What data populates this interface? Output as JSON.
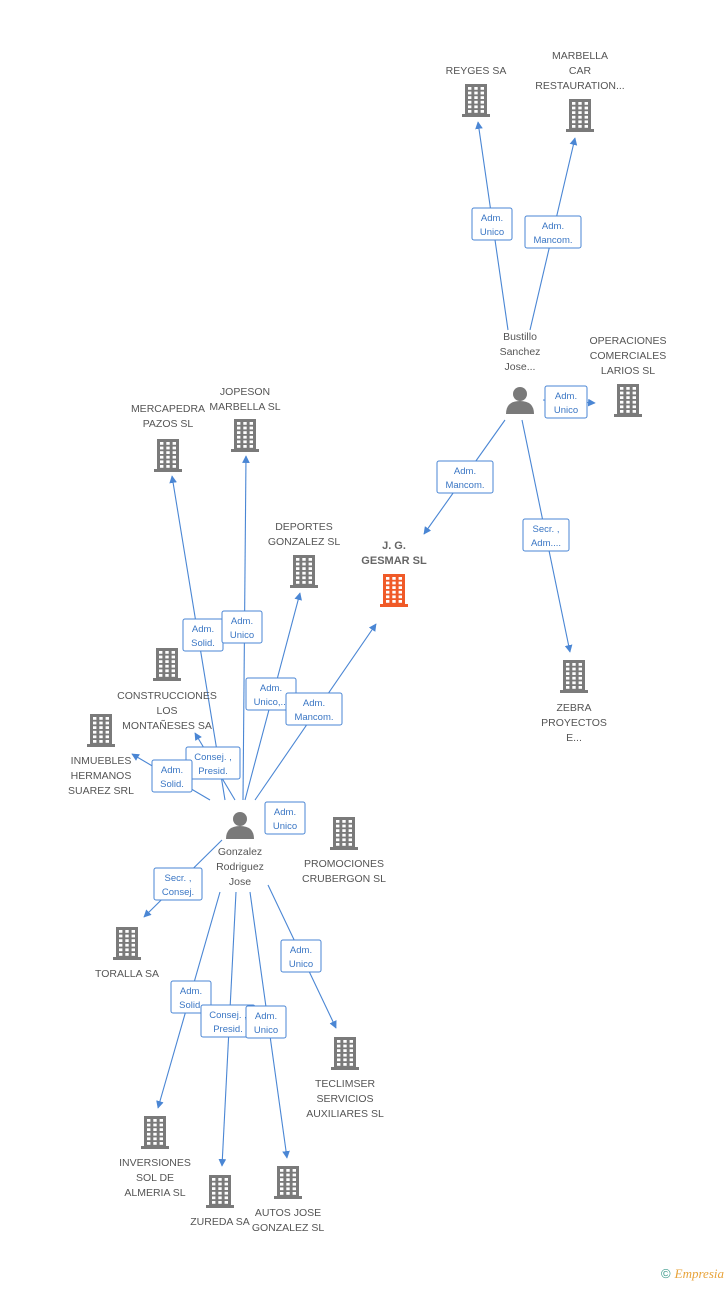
{
  "colors": {
    "edge": "#4a86d4",
    "company": "#7a7a7a",
    "focus": "#f05a28",
    "person": "#7a7a7a"
  },
  "nodes": [
    {
      "id": "reyges",
      "type": "company",
      "label": [
        "REYGES SA"
      ]
    },
    {
      "id": "marbella_car",
      "type": "company",
      "label": [
        "MARBELLA",
        "CAR",
        "RESTAURATION..."
      ]
    },
    {
      "id": "bustillo",
      "type": "person",
      "label": [
        "Bustillo",
        "Sanchez",
        "Jose..."
      ]
    },
    {
      "id": "operaciones",
      "type": "company",
      "label": [
        "OPERACIONES",
        "COMERCIALES",
        "LARIOS SL"
      ]
    },
    {
      "id": "jgesmar",
      "type": "focus",
      "label": [
        "J. G.",
        "GESMAR SL"
      ]
    },
    {
      "id": "zebra",
      "type": "company",
      "label": [
        "ZEBRA",
        "PROYECTOS",
        "E..."
      ]
    },
    {
      "id": "jopeson",
      "type": "company",
      "label": [
        "JOPESON",
        "MARBELLA  SL"
      ]
    },
    {
      "id": "mercapedra",
      "type": "company",
      "label": [
        "MERCAPEDRA",
        "PAZOS  SL"
      ]
    },
    {
      "id": "deportes",
      "type": "company",
      "label": [
        "DEPORTES",
        "GONZALEZ SL"
      ]
    },
    {
      "id": "construcciones",
      "type": "company",
      "label": [
        "CONSTRUCCIONES",
        "LOS",
        "MONTAÑESES SA"
      ]
    },
    {
      "id": "inmuebles",
      "type": "company",
      "label": [
        "INMUEBLES",
        "HERMANOS",
        "SUAREZ SRL"
      ]
    },
    {
      "id": "gonzalez",
      "type": "person",
      "label": [
        "Gonzalez",
        "Rodriguez",
        "Jose"
      ]
    },
    {
      "id": "promociones",
      "type": "company",
      "label": [
        "PROMOCIONES",
        "CRUBERGON SL"
      ]
    },
    {
      "id": "toralla",
      "type": "company",
      "label": [
        "TORALLA SA"
      ]
    },
    {
      "id": "teclimser",
      "type": "company",
      "label": [
        "TECLIMSER",
        "SERVICIOS",
        "AUXILIARES  SL"
      ]
    },
    {
      "id": "inversiones",
      "type": "company",
      "label": [
        "INVERSIONES",
        "SOL DE",
        "ALMERIA SL"
      ]
    },
    {
      "id": "zureda",
      "type": "company",
      "label": [
        "ZUREDA SA"
      ]
    },
    {
      "id": "autos",
      "type": "company",
      "label": [
        "AUTOS JOSE",
        "GONZALEZ SL"
      ]
    }
  ],
  "edges": [
    {
      "from": "bustillo",
      "to": "reyges",
      "label": [
        "Adm.",
        "Unico"
      ]
    },
    {
      "from": "bustillo",
      "to": "marbella_car",
      "label": [
        "Adm.",
        "Mancom."
      ]
    },
    {
      "from": "bustillo",
      "to": "operaciones",
      "label": [
        "Adm.",
        "Unico"
      ]
    },
    {
      "from": "bustillo",
      "to": "jgesmar",
      "label": [
        "Adm.",
        "Mancom."
      ]
    },
    {
      "from": "bustillo",
      "to": "zebra",
      "label": [
        "Secr. ,",
        "Adm...."
      ]
    },
    {
      "from": "gonzalez",
      "to": "mercapedra",
      "label": [
        "Adm.",
        "Solid."
      ]
    },
    {
      "from": "gonzalez",
      "to": "jopeson",
      "label": [
        "Adm.",
        "Unico"
      ]
    },
    {
      "from": "gonzalez",
      "to": "deportes",
      "label": [
        "Adm.",
        "Unico,..."
      ]
    },
    {
      "from": "gonzalez",
      "to": "jgesmar",
      "label": [
        "Adm.",
        "Mancom."
      ]
    },
    {
      "from": "gonzalez",
      "to": "construcciones",
      "label": [
        "Consej. ,",
        "Presid."
      ]
    },
    {
      "from": "gonzalez",
      "to": "inmuebles",
      "label": [
        "Adm.",
        "Solid."
      ]
    },
    {
      "from": "gonzalez",
      "to": "promociones",
      "label": [
        "Adm.",
        "Unico"
      ]
    },
    {
      "from": "gonzalez",
      "to": "toralla",
      "label": [
        "Secr. ,",
        "Consej."
      ]
    },
    {
      "from": "gonzalez",
      "to": "teclimser",
      "label": [
        "Adm.",
        "Unico"
      ]
    },
    {
      "from": "gonzalez",
      "to": "inversiones",
      "label": [
        "Adm.",
        "Solid."
      ]
    },
    {
      "from": "gonzalez",
      "to": "zureda",
      "label": [
        "Consej. ,",
        "Presid."
      ]
    },
    {
      "from": "gonzalez",
      "to": "autos",
      "label": [
        "Adm.",
        "Unico"
      ]
    }
  ],
  "footer": {
    "copyright": "©",
    "brand": "Empresia"
  }
}
